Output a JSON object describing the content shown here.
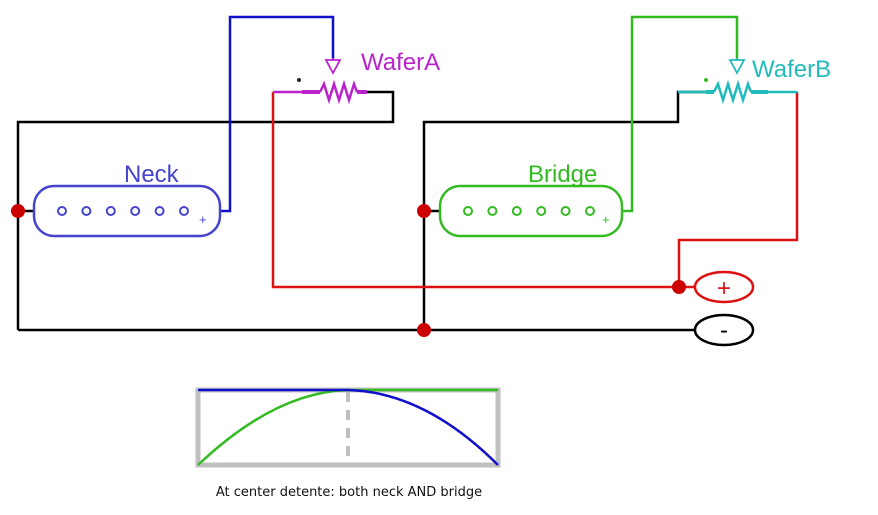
{
  "labels": {
    "neck": "Neck",
    "bridge": "Bridge",
    "wafer_a": "WaferA",
    "wafer_b": "WaferB",
    "output_plus": "+",
    "output_minus": "-",
    "neck_polarity": "+",
    "bridge_polarity": "+",
    "caption": "At center detente: both neck AND bridge"
  },
  "colors": {
    "neck": "#4444cc",
    "bridge": "#33bb22",
    "wafer_a": "#bb22cc",
    "wafer_b": "#22bbbb",
    "hot": "#dd1111",
    "ground": "#000000",
    "neck_wire": "#1111cc",
    "junction": "#cc0000",
    "graph_frame": "#c0c0c0"
  },
  "icons": {
    "pickups": "single-coil-pickup",
    "pots": "potentiometer-resistor",
    "junctions": "solder-junction-dot",
    "jack": "output-terminal"
  },
  "pickup_pole_count": 6,
  "crossfade_graph": {
    "curves": [
      {
        "source": "neck",
        "shape": "full at left, peaks at center, falls to zero at right"
      },
      {
        "source": "bridge",
        "shape": "rises from zero at left to full at center, stays full at right"
      }
    ],
    "center_detent_marker": "dashed"
  }
}
